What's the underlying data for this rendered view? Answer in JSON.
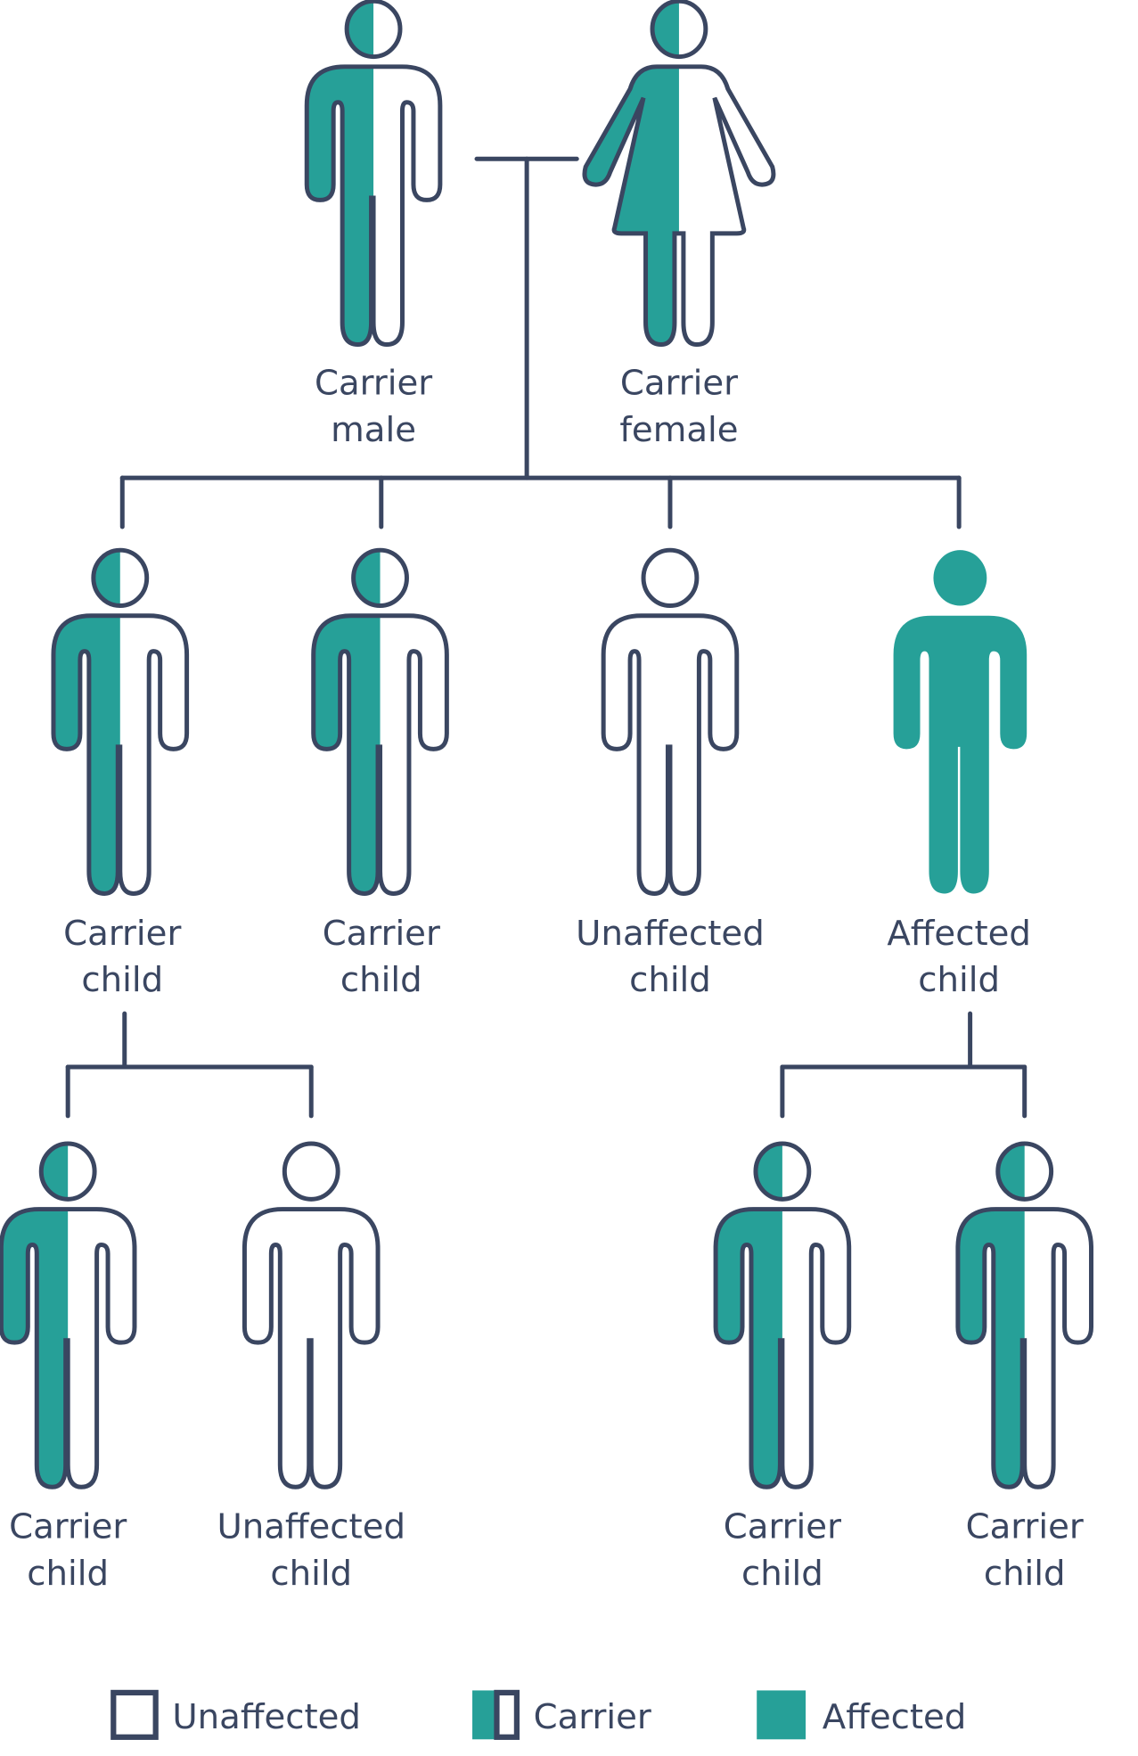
{
  "colors": {
    "affected": "#26a098",
    "outline": "#3a4661",
    "background": "#ffffff"
  },
  "generation1": [
    {
      "line1": "Carrier",
      "line2": "male",
      "status": "carrier",
      "sex": "male"
    },
    {
      "line1": "Carrier",
      "line2": "female",
      "status": "carrier",
      "sex": "female"
    }
  ],
  "generation2": [
    {
      "line1": "Carrier",
      "line2": "child",
      "status": "carrier"
    },
    {
      "line1": "Carrier",
      "line2": "child",
      "status": "carrier"
    },
    {
      "line1": "Unaffected",
      "line2": "child",
      "status": "unaffected"
    },
    {
      "line1": "Affected",
      "line2": "child",
      "status": "affected"
    }
  ],
  "generation3": [
    {
      "line1": "Carrier",
      "line2": "child",
      "status": "carrier"
    },
    {
      "line1": "Unaffected",
      "line2": "child",
      "status": "unaffected"
    },
    {
      "line1": "Carrier",
      "line2": "child",
      "status": "carrier"
    },
    {
      "line1": "Carrier",
      "line2": "child",
      "status": "carrier"
    }
  ],
  "legend": [
    {
      "label": "Unaffected",
      "icon": "outline-square-icon"
    },
    {
      "label": "Carrier",
      "icon": "half-filled-square-icon"
    },
    {
      "label": "Affected",
      "icon": "filled-square-icon"
    }
  ]
}
